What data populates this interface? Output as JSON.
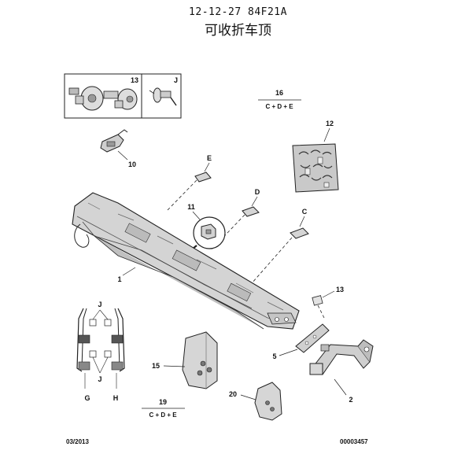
{
  "header": {
    "code": "12-12-27 84F21A",
    "title": "可收折车顶"
  },
  "callouts": {
    "p1": "1",
    "p2": "2",
    "p5": "5",
    "p10": "10",
    "p11": "11",
    "p12": "12",
    "p13_box": "13",
    "p13": "13",
    "j_box": "J",
    "p15": "15",
    "p16": "16",
    "p19": "19",
    "p20": "20",
    "c": "C",
    "d": "D",
    "e": "E",
    "j1": "J",
    "j2": "J",
    "g": "G",
    "h": "H"
  },
  "variants": {
    "top": "C + D + E",
    "bottom": "C + D + E"
  },
  "footer": {
    "date": "03/2013",
    "ref": "00003457"
  },
  "colors": {
    "line": "#222222",
    "part_fill": "#d8d8d8",
    "part_shade": "#b4b4b4",
    "panel_fill": "#c8c8c8"
  }
}
